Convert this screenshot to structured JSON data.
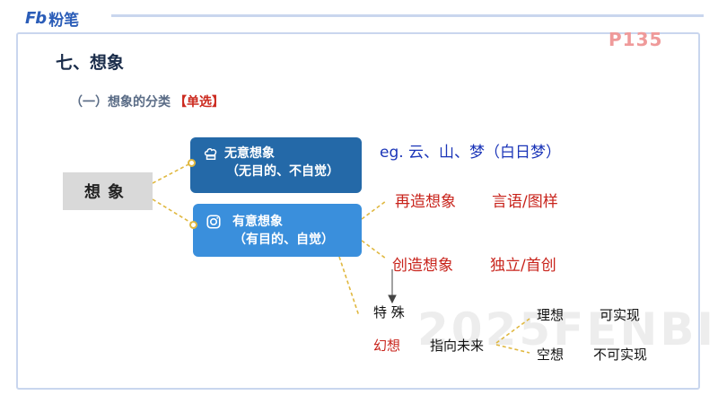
{
  "header": {
    "logo_mark": "Fb",
    "logo_text": "粉笔",
    "page_number": "P135"
  },
  "slide": {
    "title": "七、想象",
    "subtitle": "（一）想象的分类",
    "subtitle_tag": "【单选】"
  },
  "mindmap": {
    "root": "想象",
    "branch1": {
      "line1": "无意想象",
      "line2": "（无目的、不自觉）",
      "icon": "chef-hat-icon",
      "example": "eg. 云、山、梦（白日梦）"
    },
    "branch2": {
      "line1": "有意想象",
      "line2": "（有目的、自觉）",
      "icon": "camera-icon",
      "reproductive": "再造想象",
      "reproductive_note": "言语/图样",
      "creative": "创造想象",
      "creative_note": "独立/首创",
      "special": "特 殊",
      "fantasy": "幻想",
      "fantasy_note": "指向未来",
      "ideal": "理想",
      "ideal_note": "可实现",
      "empty": "空想",
      "empty_note": "不可实现"
    }
  },
  "watermark": "2025FENBI",
  "colors": {
    "brand_blue": "#2b5db8",
    "node_dark": "#2469a8",
    "node_light": "#3a8fdc",
    "connector": "#e0b840",
    "red_text": "#c8231b",
    "blue_text": "#1b35b8"
  }
}
